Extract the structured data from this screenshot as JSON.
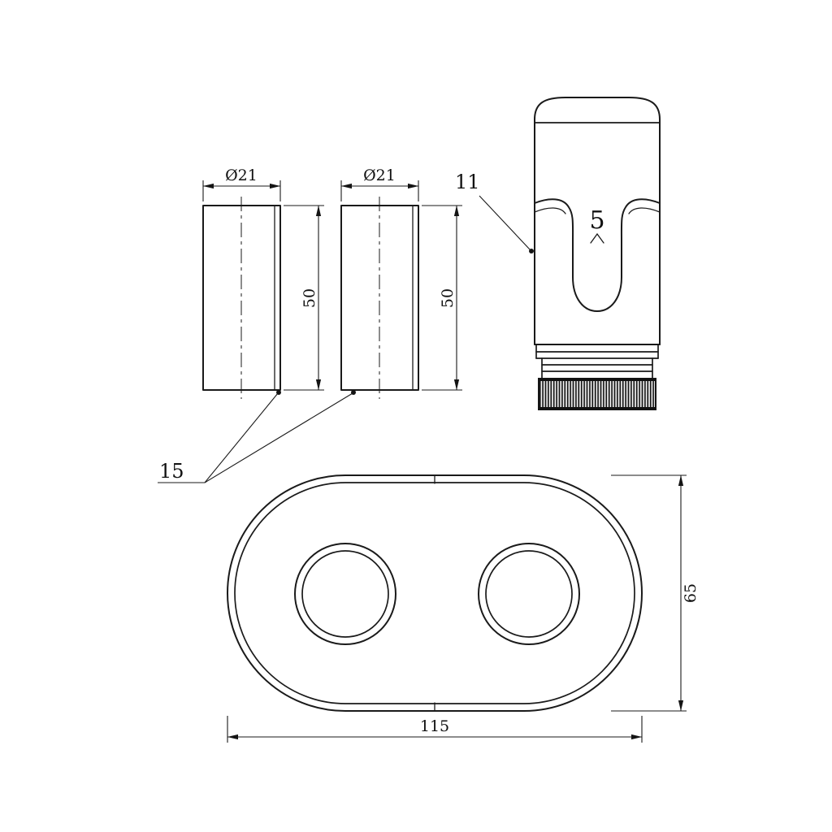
{
  "page": {
    "background": "#ffffff",
    "line_color": "#1a1a1a"
  },
  "drawing": {
    "sleeves": {
      "left": {
        "diameter_label": "Ø21",
        "length_label": "50"
      },
      "right": {
        "diameter_label": "Ø21",
        "length_label": "50"
      },
      "callout": "15"
    },
    "thermostatic_head": {
      "callout": "11",
      "setting_number": "5"
    },
    "rosette_plate": {
      "width_label": "115",
      "height_label": "65"
    }
  }
}
